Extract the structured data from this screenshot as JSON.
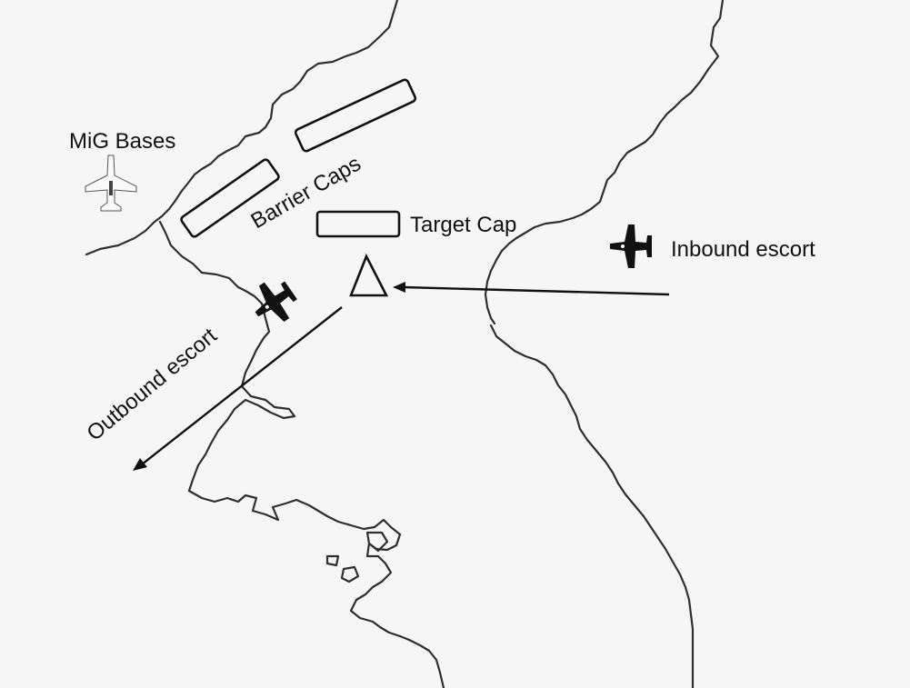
{
  "labels": {
    "mig_bases": "MiG Bases",
    "barrier_caps": "Barrier Caps",
    "target_cap": "Target Cap",
    "inbound_escort": "Inbound escort",
    "outbound_escort": "Outbound escort"
  },
  "icons": {
    "mig": "mig-jet-icon",
    "escort": "escort-fighter-icon",
    "target": "target-triangle-icon"
  },
  "colors": {
    "background": "#f6f6f6",
    "ink": "#111111",
    "coastline": "#2e2e2e"
  }
}
